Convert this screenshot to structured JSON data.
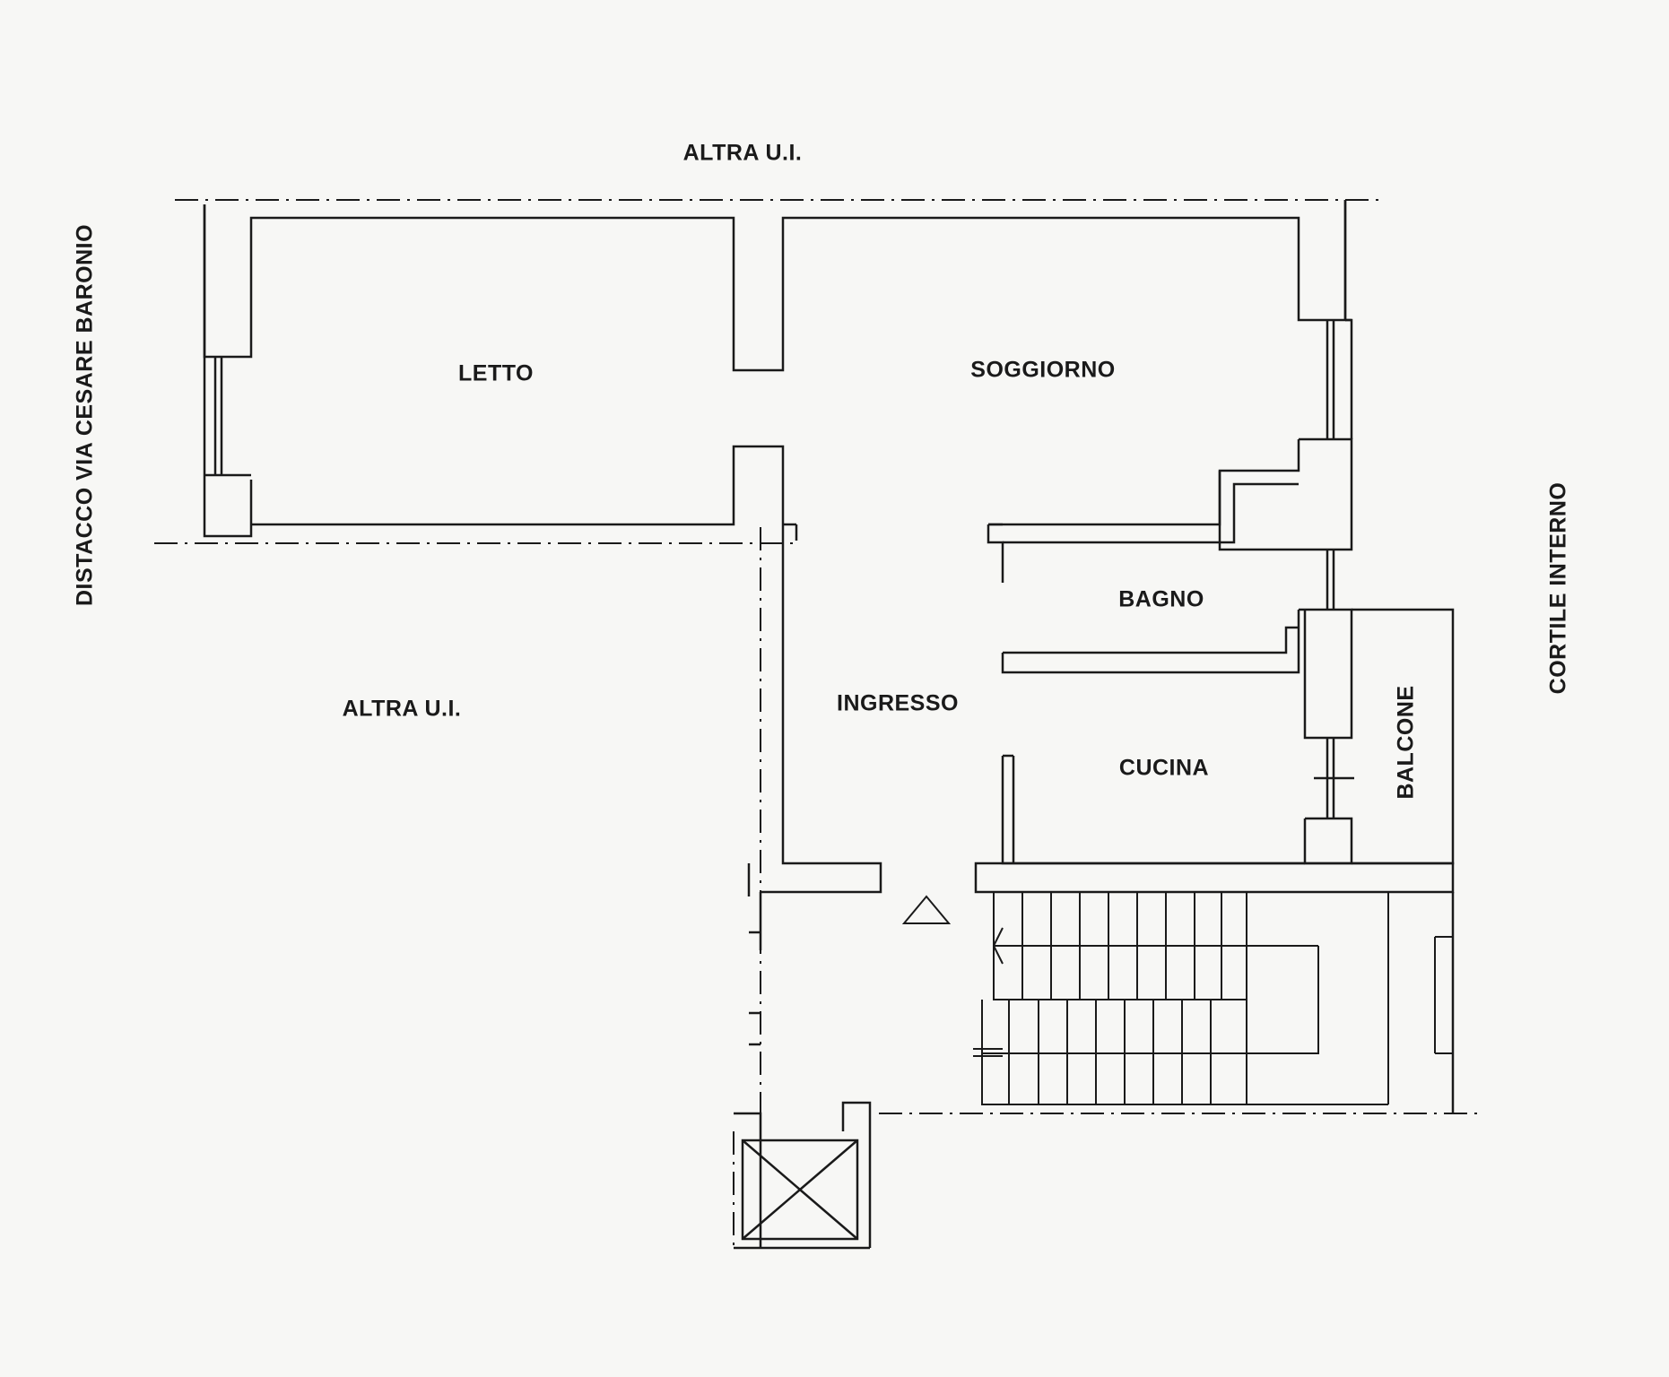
{
  "labels": {
    "top_neighbor": "ALTRA U.I.",
    "left_neighbor": "ALTRA U.I.",
    "street_side": "DISTACCO VIA CESARE BARONIO",
    "courtyard_side": "CORTILE INTERNO"
  },
  "rooms": {
    "letto": "LETTO",
    "soggiorno": "SOGGIORNO",
    "bagno": "BAGNO",
    "ingresso": "INGRESSO",
    "cucina": "CUCINA",
    "balcone": "BALCONE"
  },
  "colors": {
    "ink": "#1a1a1a",
    "paper": "#f7f7f5"
  }
}
